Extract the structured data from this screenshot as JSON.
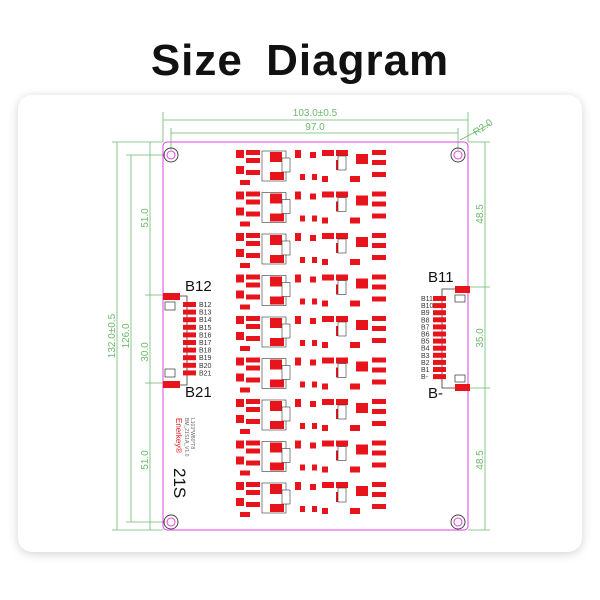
{
  "title": "Size Diagram",
  "dimensions": {
    "overall_width": "103.0±0.5",
    "hole_spacing_width": "97.0",
    "corner_radius": "R2.0",
    "overall_height": "132.0±0.5",
    "hole_spacing_height": "126.0",
    "left_top": "51.0",
    "left_connector": "30.0",
    "left_bottom": "51.0",
    "right_top": "48.5",
    "right_connector": "35.0",
    "right_bottom": "48.5"
  },
  "left_connector": {
    "top_label": "B12",
    "bottom_label": "B21",
    "pins": [
      "B12",
      "B13",
      "B14",
      "B15",
      "B16",
      "B17",
      "B18",
      "B19",
      "B20",
      "B21"
    ]
  },
  "right_connector": {
    "top_label": "B11",
    "bottom_label": "B-",
    "pins": [
      "B11",
      "B10",
      "B9",
      "B8",
      "B7",
      "B6",
      "B5",
      "B4",
      "B3",
      "B2",
      "B1",
      "B-"
    ]
  },
  "board": {
    "brand": "Enerkey®",
    "model": "BM_21S1A_V1.0",
    "size_code": "L103*W80*T8",
    "series_label": "21S"
  },
  "colors": {
    "dimension": "#6bb86b",
    "outline": "#e040e0",
    "pad": "#e8141b"
  }
}
